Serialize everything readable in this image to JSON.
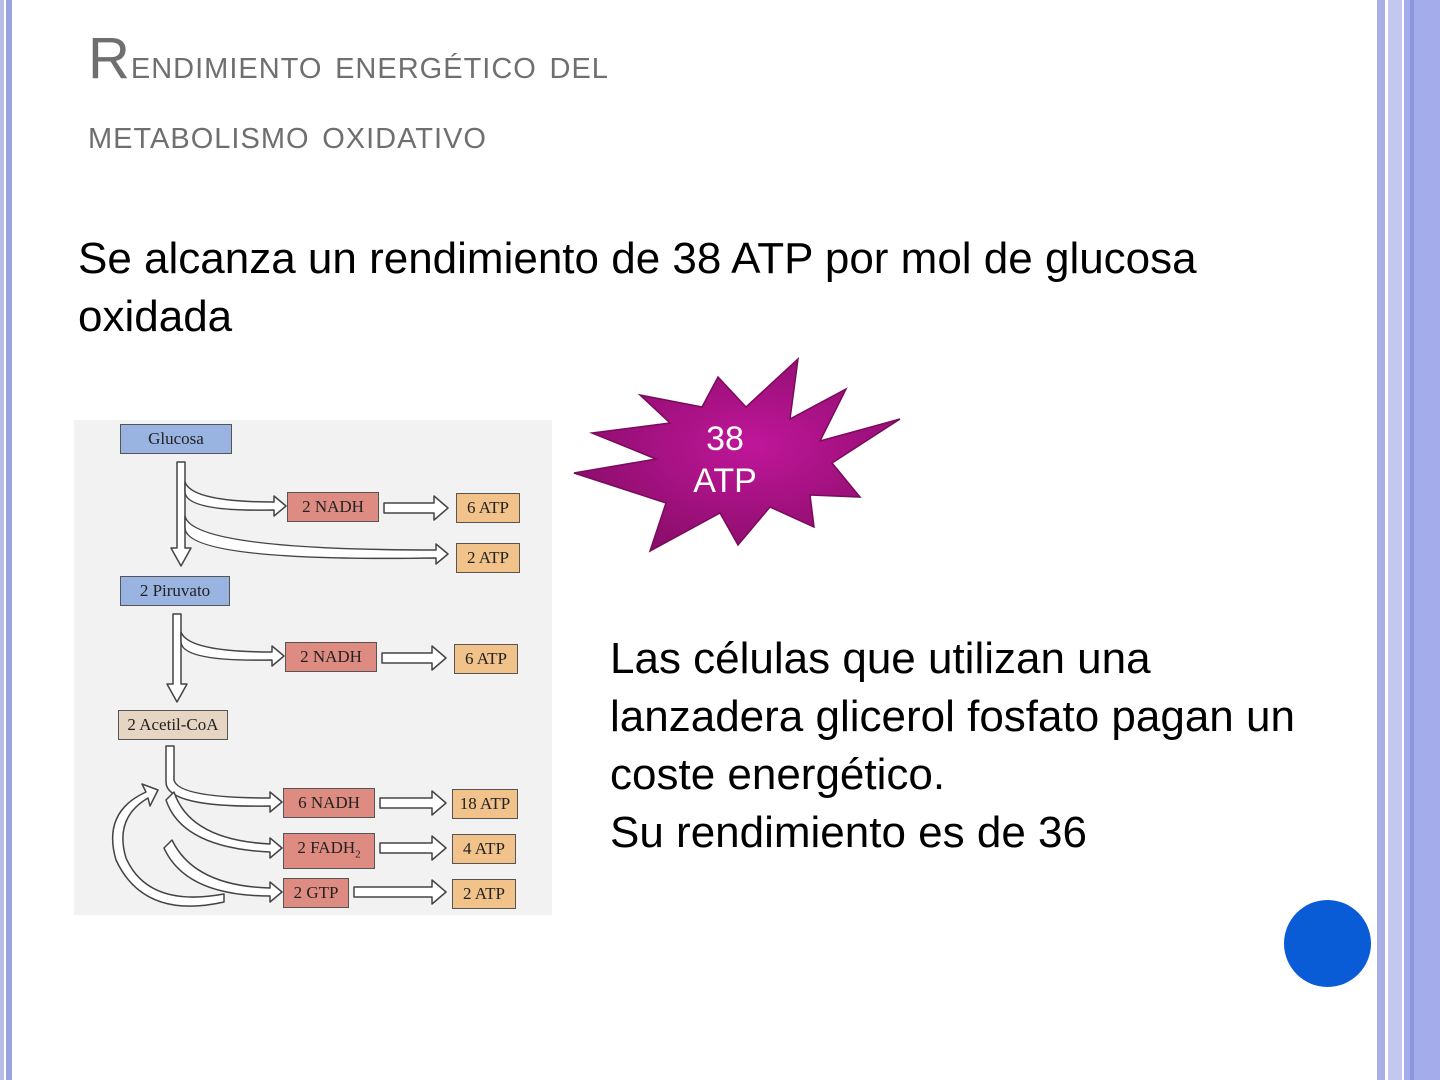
{
  "title": {
    "line1_initial": "R",
    "line1_rest": "endimiento energético del",
    "line2": "metabolismo oxidativo"
  },
  "intro": "Se alcanza un rendimiento de 38 ATP por mol de glucosa oxidada",
  "burst": {
    "line1": "38",
    "line2": "ATP",
    "color": "#a2127c"
  },
  "note": {
    "line1": "Las células que utilizan una lanzadera glicerol fosfato pagan un coste energético.",
    "line2": "Su rendimiento es de 36"
  },
  "diagram": {
    "sources": {
      "glucosa": "Glucosa",
      "piruvato": "2 Piruvato",
      "acetil": "2 Acetil-CoA"
    },
    "row1": {
      "carrier": "2 NADH",
      "atp": "6 ATP"
    },
    "row2": {
      "atp": "2 ATP"
    },
    "row3": {
      "carrier": "2 NADH",
      "atp": "6 ATP"
    },
    "row4": {
      "carrier": "6 NADH",
      "atp": "18 ATP"
    },
    "row5": {
      "carrier": "2 FADH",
      "sub": "2",
      "atp": "4 ATP"
    },
    "row6": {
      "carrier": "2 GTP",
      "atp": "2 ATP"
    }
  },
  "colors": {
    "accent_circle": "#0a5bd6",
    "title": "#6f6f6f",
    "border": "#a5acec"
  }
}
